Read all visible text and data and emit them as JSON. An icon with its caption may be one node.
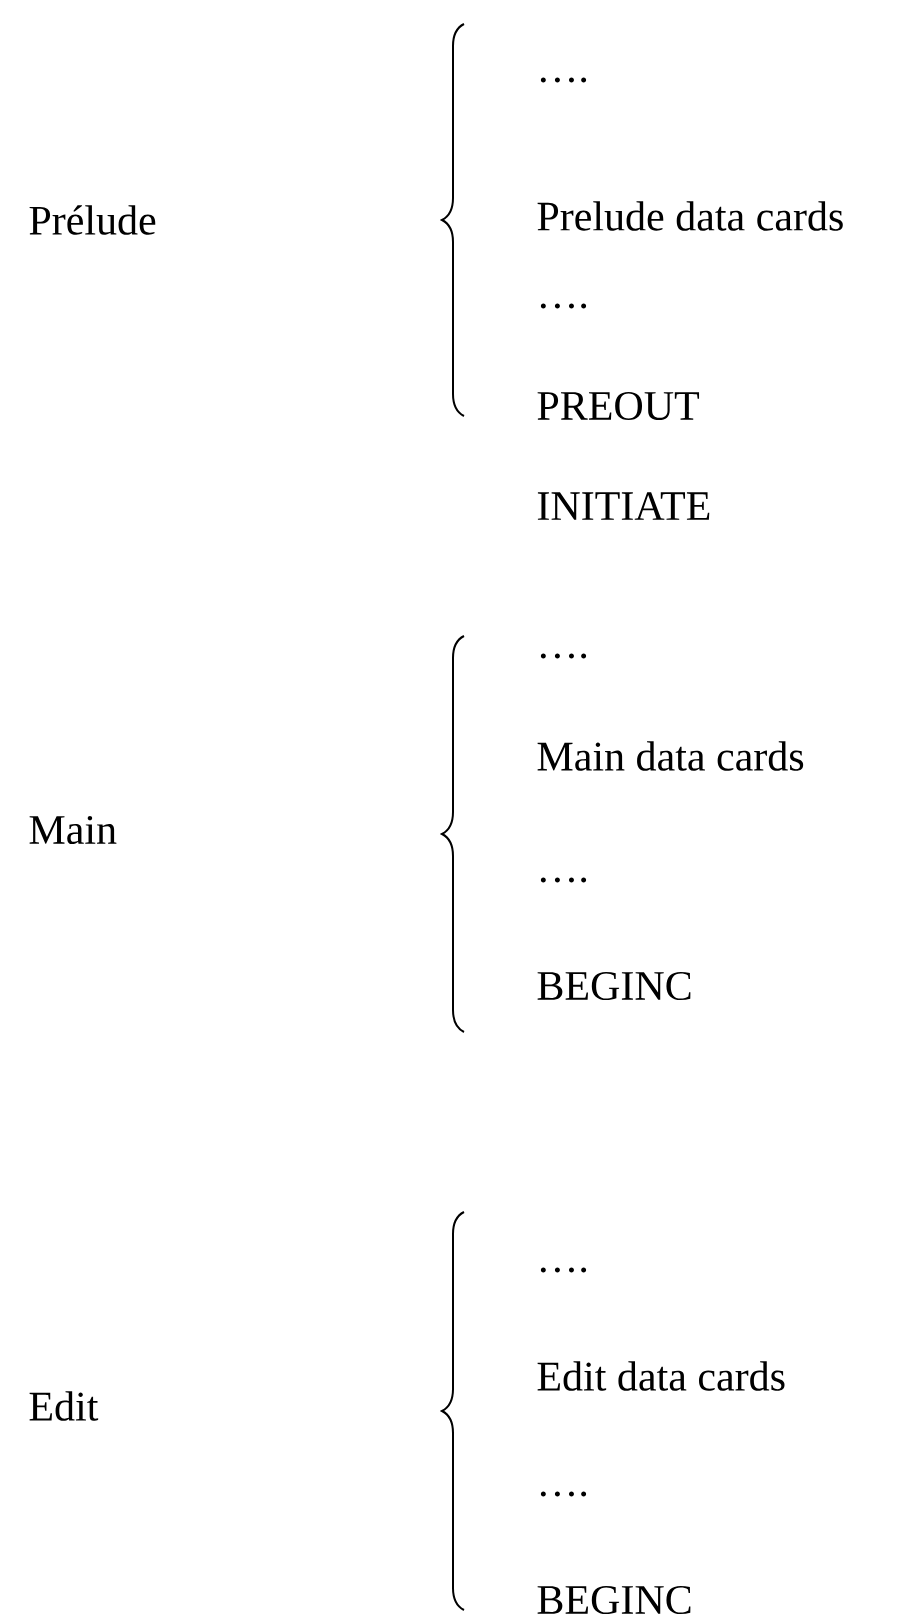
{
  "diagram": {
    "labels": [
      "Prélude",
      "….",
      "Prelude data cards",
      "….",
      "PREOUT",
      "INITIATE",
      "Main",
      "….",
      "Main data cards",
      "….",
      "BEGINC",
      "Edit",
      "….",
      "Edit data cards",
      "….",
      "BEGINC"
    ]
  }
}
